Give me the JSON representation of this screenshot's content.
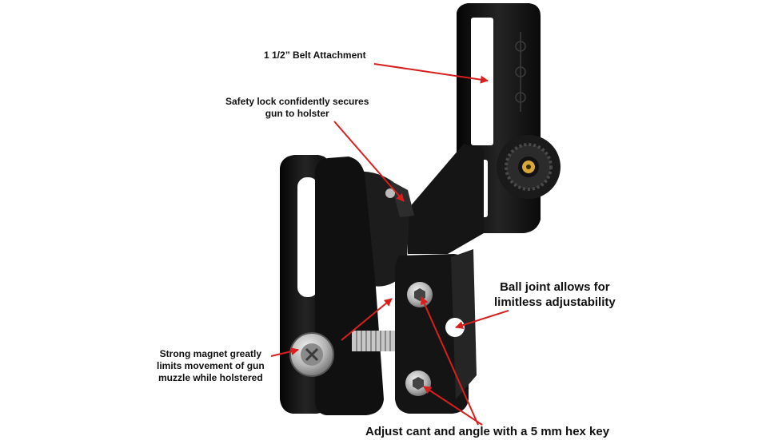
{
  "callouts": {
    "belt_attachment": "1 1/2” Belt Attachment",
    "safety_lock": [
      "Safety lock confidently secures",
      "gun to holster"
    ],
    "ball_joint": [
      "Ball joint allows for",
      "limitless adjustability"
    ],
    "magnet": [
      "Strong magnet greatly",
      "limits movement of gun",
      "muzzle while holstered"
    ],
    "adjust": "Adjust cant and angle with a 5 mm hex key"
  },
  "colors": {
    "background": "#ffffff",
    "body": "#141414",
    "arrow": "#d81e1e",
    "screw": "#c9c9c9",
    "brass": "#d6a83a"
  }
}
